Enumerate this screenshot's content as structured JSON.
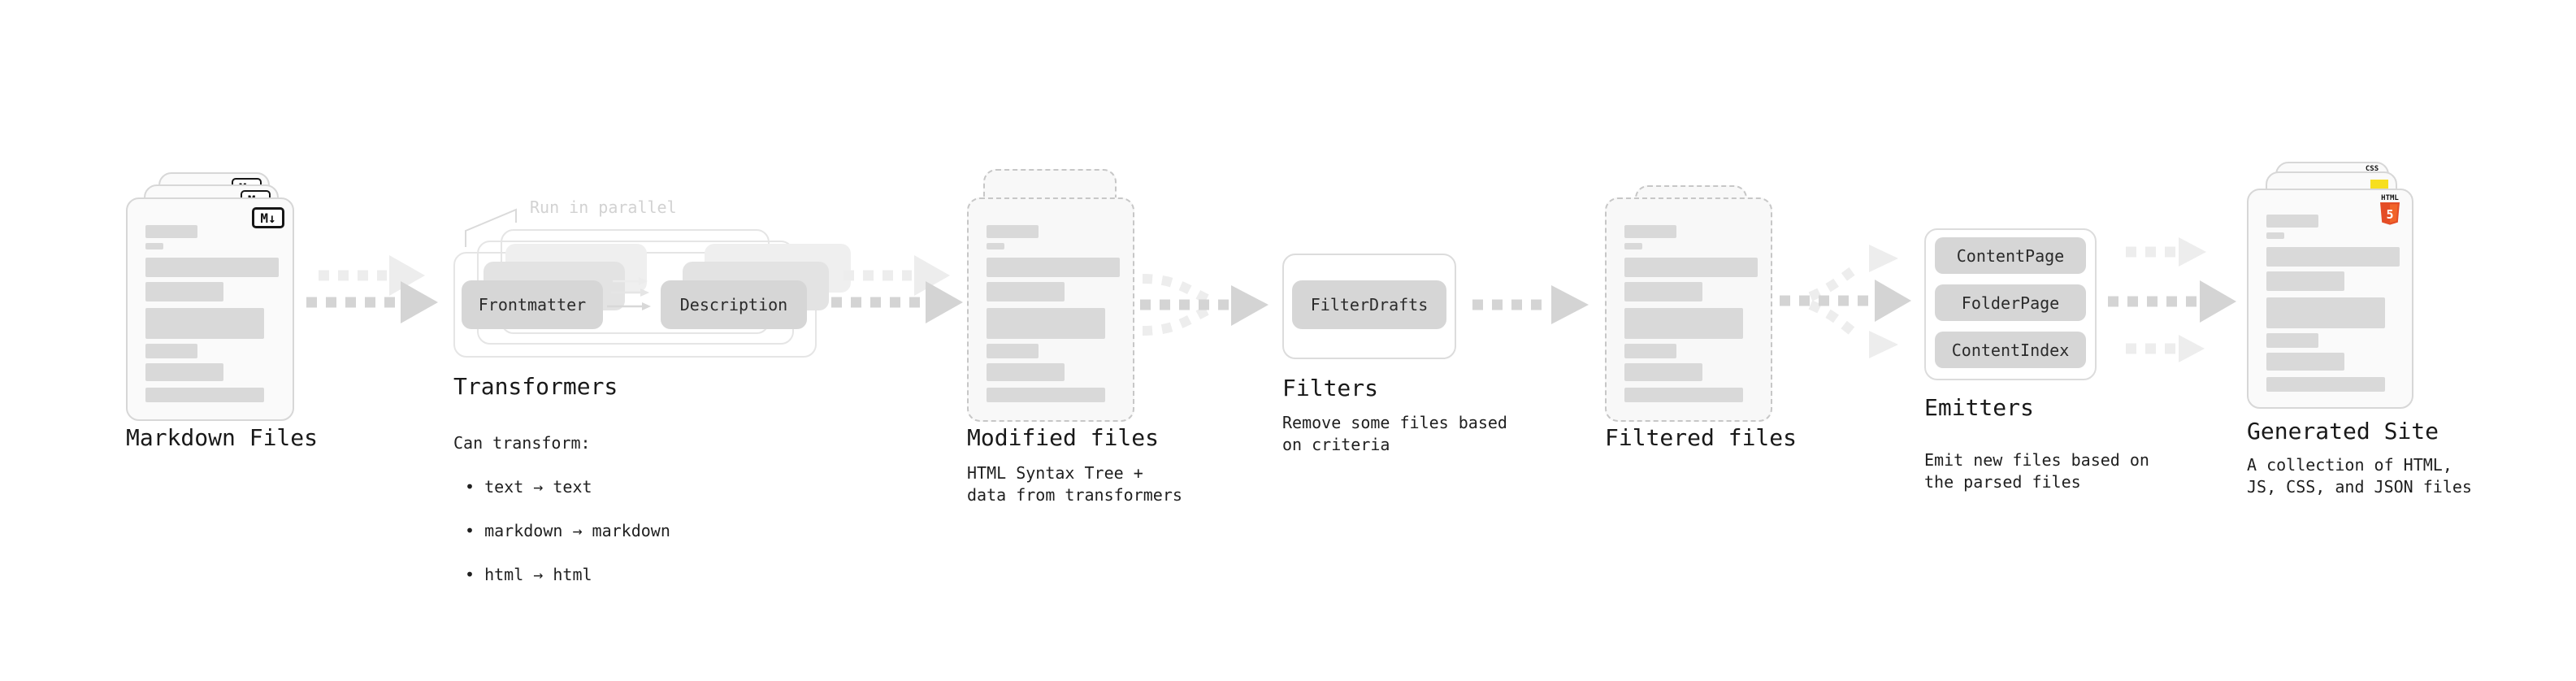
{
  "colors": {
    "card_border": "#d7d7d7",
    "dashed_border": "#c7c7c7",
    "bar_gray": "#d9d9d9",
    "chip_gray": "#d6d6d6",
    "arrow_dark": "#d4d4d4",
    "arrow_light": "#ededed",
    "annotation_gray": "#d2d2d2",
    "html5_orange": "#e44d26",
    "html5_orange_light": "#f16529",
    "js_yellow": "#f7df1e",
    "css_blue": "#2965f1"
  },
  "stages": {
    "markdown_files": {
      "title": "Markdown Files",
      "badge": "M↓"
    },
    "transformers": {
      "title": "Transformers",
      "annotation": "Run in parallel",
      "chips": [
        "Frontmatter",
        "Description"
      ],
      "desc_heading": "Can transform:",
      "bullets": [
        "• text → text",
        "• markdown → markdown",
        "• html → html"
      ]
    },
    "modified_files": {
      "title": "Modified files",
      "desc": "HTML Syntax Tree +\ndata from transformers"
    },
    "filters": {
      "title": "Filters",
      "chips": [
        "FilterDrafts"
      ],
      "desc": "Remove some files based\non criteria"
    },
    "filtered_files": {
      "title": "Filtered files"
    },
    "emitters": {
      "title": "Emitters",
      "chips": [
        "ContentPage",
        "FolderPage",
        "ContentIndex"
      ],
      "desc": "Emit new files based on\nthe parsed files"
    },
    "generated_site": {
      "title": "Generated Site",
      "desc": "A collection of HTML,\nJS, CSS, and JSON files",
      "badges": {
        "css": "CSS",
        "html_label": "HTML",
        "html_number": "5"
      }
    }
  }
}
